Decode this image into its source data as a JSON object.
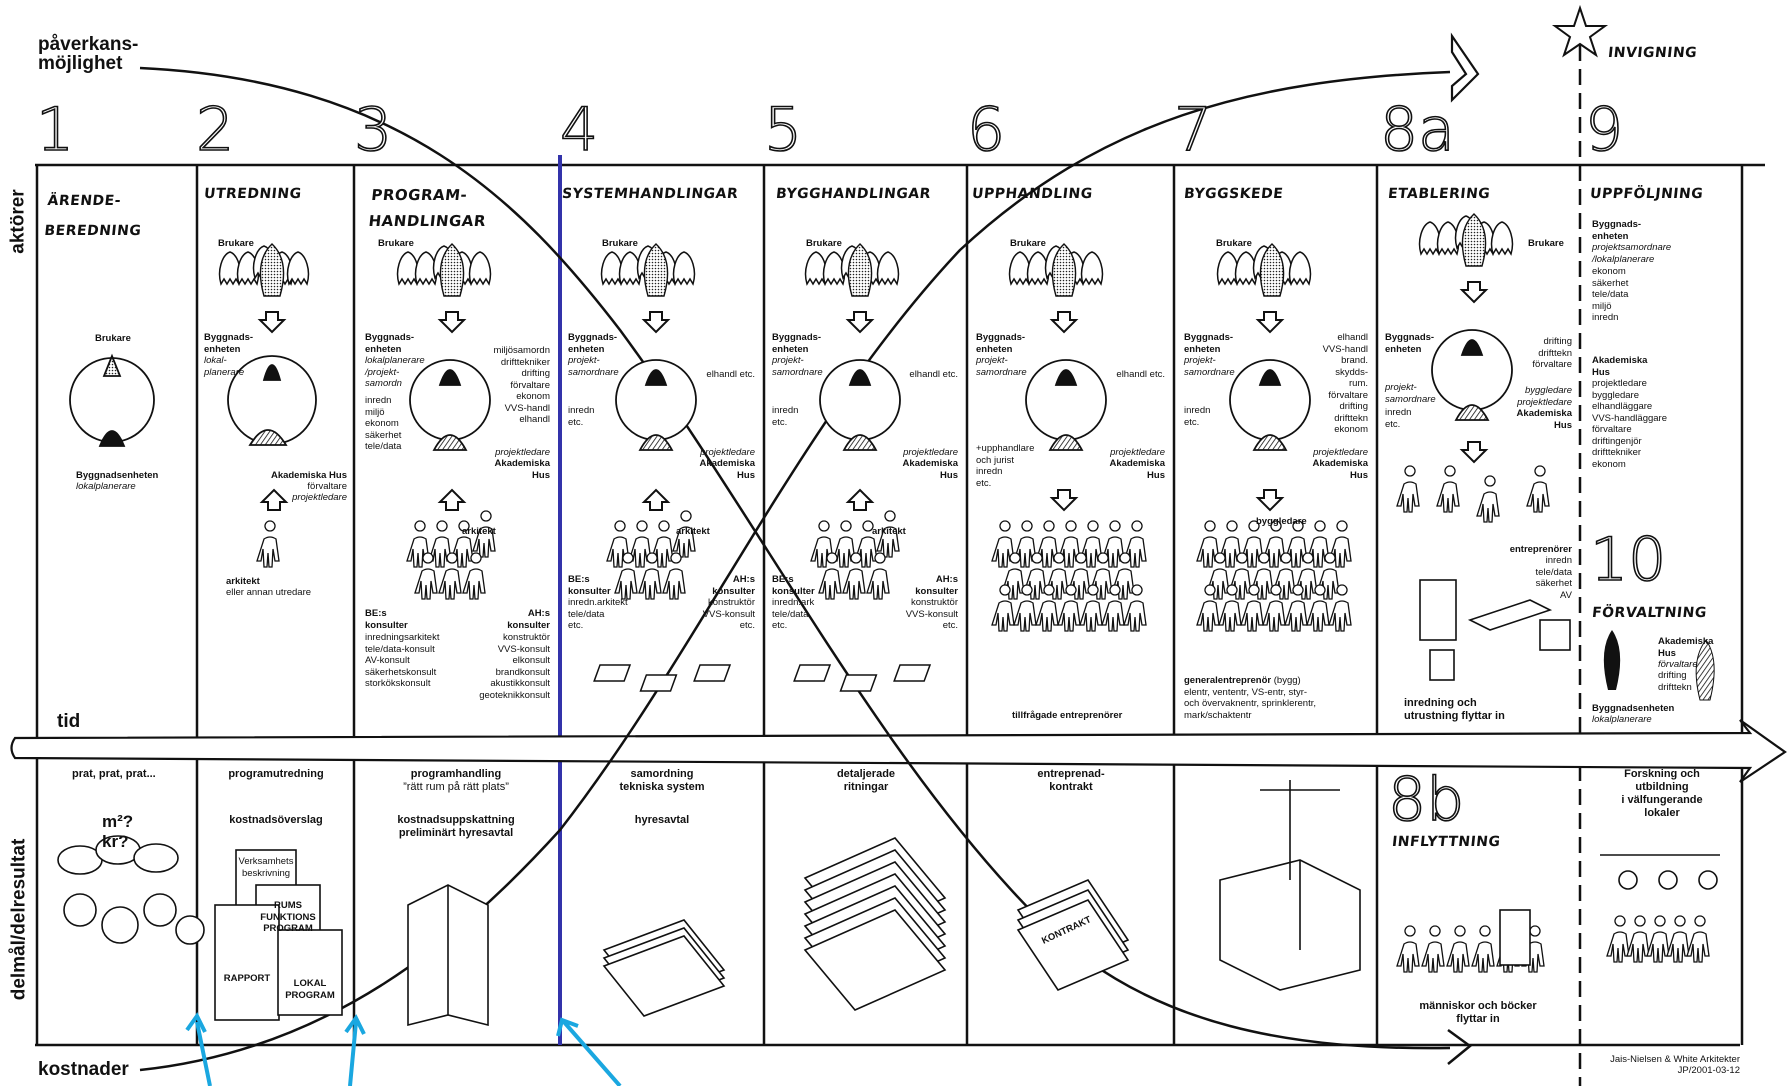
{
  "margin": {
    "influence_label": "påverkans-\nmöjlighet",
    "actors_label": "aktörer",
    "time_label": "tid",
    "results_label": "delmål/delresultat",
    "costs_label": "kostnader"
  },
  "top": {
    "inauguration": "INVIGNING"
  },
  "phases": [
    {
      "number": "1",
      "title": "ÄRENDE-\nBEREDNING"
    },
    {
      "number": "2",
      "title": "UTREDNING"
    },
    {
      "number": "3",
      "title": "PROGRAM-\nHANDLINGAR"
    },
    {
      "number": "4",
      "title": "SYSTEMHANDLINGAR"
    },
    {
      "number": "5",
      "title": "BYGGHANDLINGAR"
    },
    {
      "number": "6",
      "title": "UPPHANDLING"
    },
    {
      "number": "7",
      "title": "BYGGSKEDE"
    },
    {
      "number": "8a",
      "title": "ETABLERING"
    },
    {
      "number": "9",
      "title": "UPPFÖLJNING"
    }
  ],
  "actors": {
    "p1": {
      "brukare": "Brukare",
      "byggnad": "Byggnadsenheten",
      "byggnad_sub": "lokalplanerare"
    },
    "p2": {
      "brukare": "Brukare",
      "byggnad": "Byggnads-\nenheten",
      "byggnad_sub": "lokal-\nplanerare",
      "ah": "Akademiska Hus",
      "ah_sub1": "förvaltare",
      "ah_sub2": "projektledare",
      "arkitekt": "arkitekt",
      "arkitekt_sub": "eller annan utredare"
    },
    "p3": {
      "brukare": "Brukare",
      "byggnad": "Byggnads-\nenheten",
      "byggnad_sub": "lokalplanerare\n/projekt-\nsamordn",
      "left_list": "inredn\nmiljö\nekonom\nsäkerhet\ntele/data",
      "right_list": "miljösamordn\ndrifttekniker\ndrifting\nförvaltare\nekonom\nVVS-handl\nelhandl",
      "ah_sub": "projektledare",
      "ah": "Akademiska\nHus",
      "arkitekt": "arkitekt",
      "be": "BE:s\nkonsulter",
      "be_list": "inredningsarkitekt\ntele/data-konsult\nAV-konsult\nsäkerhetskonsult\nstorkökskonsult",
      "ahk": "AH:s\nkonsulter",
      "ahk_list": "konstruktör\nVVS-konsult\nelkonsult\nbrandkonsult\nakustikkonsult\ngeoteknikkonsult"
    },
    "p4": {
      "brukare": "Brukare",
      "byggnad": "Byggnads-\nenheten",
      "byggnad_sub": "projekt-\nsamordnare",
      "left_list": "inredn\netc.",
      "right_list": "elhandl etc.",
      "ah_sub": "projektledare",
      "ah": "Akademiska\nHus",
      "arkitekt": "arkitekt",
      "be": "BE:s\nkonsulter",
      "be_list": "inredn.arkitekt\ntele/data\netc.",
      "ahk": "AH:s\nkonsulter",
      "ahk_list": "konstruktör\nVVS-konsult\netc."
    },
    "p5": {
      "brukare": "Brukare",
      "byggnad": "Byggnads-\nenheten",
      "byggnad_sub": "projekt-\nsamordnare",
      "left_list": "inredn\netc.",
      "right_list": "elhandl etc.",
      "ah_sub": "projektledare",
      "ah": "Akademiska\nHus",
      "arkitekt": "arkitekt",
      "be": "BE:s\nkonsulter",
      "be_list": "inredn.ark\ntele/data\netc.",
      "ahk": "AH:s\nkonsulter",
      "ahk_list": "konstruktör\nVVS-konsult\netc."
    },
    "p6": {
      "brukare": "Brukare",
      "byggnad": "Byggnads-\nenheten",
      "byggnad_sub": "projekt-\nsamordnare",
      "left_list": "+upphandlare\noch jurist\ninredn\netc.",
      "right_list": "elhandl etc.",
      "ah_sub": "projektledare",
      "ah": "Akademiska\nHus",
      "bottom": "tillfrågade entreprenörer"
    },
    "p7": {
      "brukare": "Brukare",
      "byggnad": "Byggnads-\nenheten",
      "byggnad_sub": "projekt-\nsamordnare",
      "left_list": "inredn\netc.",
      "right_list": "elhandl\nVVS-handl\nbrand.\nskydds-\nrum.\nförvaltare\ndrifting\ndrifttekn\nekonom",
      "ah_sub": "projektledare",
      "ah": "Akademiska\nHus",
      "byggledare": "byggledare",
      "gen": "generalentreprenör",
      "gen_rest": " (bygg)\nelentr, vententr, VS-entr, styr-\noch övervaknentr, sprinklerentr,\nmark/schaktentr"
    },
    "p8a": {
      "brukare": "Brukare",
      "byggnad": "Byggnads-\nenheten",
      "byggnad_sub": "projekt-\nsamordnare",
      "left_list": "inredn\netc.",
      "right_list": "drifting\ndrifttekn\nförvaltare",
      "ah_sub": "byggledare\nprojektledare",
      "ah": "Akademiska\nHus",
      "entr": "entreprenörer",
      "entr_list": "inredn\ntele/data\nsäkerhet\nAV",
      "bottom": "inredning och\nutrustning flyttar in"
    },
    "p9": {
      "be": "Byggnads-\nenheten",
      "be_sub": "projektsamordnare\n/lokalplanerare",
      "be_list": "ekonom\nsäkerhet\ntele/data\nmiljö\ninredn",
      "ah": "Akademiska\nHus",
      "ah_list": "projektledare\nbyggledare\nelhandläggare\nVVS-handläggare\nförvaltare\ndriftingenjör\ndrifttekniker\nekonom"
    },
    "p10": {
      "number": "10",
      "title": "FÖRVALTNING",
      "ah": "Akademiska\nHus",
      "ah_sub": "förvaltare",
      "ah_list": "drifting\ndrifttekn",
      "be": "Byggnadsenheten",
      "be_sub": "lokalplanerare"
    }
  },
  "results": {
    "p1": {
      "t1": "prat, prat, prat...",
      "t2": "m²?\nkr?"
    },
    "p2": {
      "t1": "programutredning",
      "t2": "kostnadsöverslag",
      "doc1": "Verksamhets\nbeskrivning",
      "doc2": "RUMS\nFUNKTIONS\nPROGRAM",
      "doc3": "RAPPORT",
      "doc4": "LOKAL\nPROGRAM"
    },
    "p3": {
      "t1": "programhandling",
      "t1b": "”rätt rum på rätt plats”",
      "t2": "kostnadsuppskattning\npreliminärt hyresavtal"
    },
    "p4": {
      "t1": "samordning\ntekniska system",
      "t2": "hyresavtal"
    },
    "p5": {
      "t1": "detaljerade\nritningar"
    },
    "p6": {
      "t1": "entreprenad-\nkontrakt",
      "doc": "KONTRAKT"
    },
    "p8b": {
      "number": "8b",
      "title": "INFLYTTNING",
      "t1": "människor och böcker\nflyttar in"
    },
    "p9": {
      "t1": "Forskning och\nutbildning\ni välfungerande\nlokaler"
    }
  },
  "credit": "Jais-Nielsen & White Arkitekter\nJP/2001-03-12"
}
